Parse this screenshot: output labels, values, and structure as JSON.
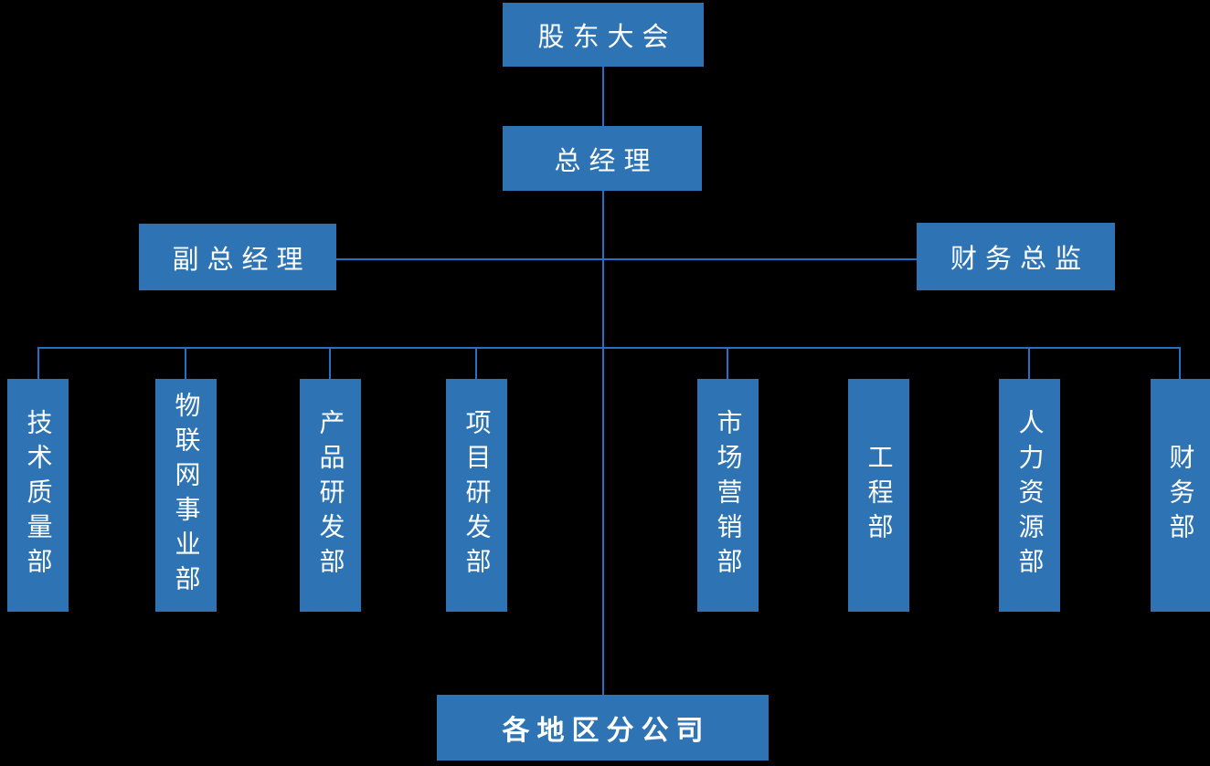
{
  "colors": {
    "background": "#000000",
    "box_fill": "#2E74B5",
    "connector": "#2271C6",
    "text": "#FFFFFF"
  },
  "org_chart": {
    "type": "organization-chart",
    "root": {
      "label": "股东大会"
    },
    "general_manager": {
      "label": "总经理"
    },
    "side_branches": [
      {
        "side": "left",
        "label": "副总经理"
      },
      {
        "side": "right",
        "label": "财务总监"
      }
    ],
    "departments": [
      {
        "label": "技术质量部"
      },
      {
        "label": "物联网事业部"
      },
      {
        "label": "产品研发部"
      },
      {
        "label": "项目研发部"
      },
      {
        "label": "市场营销部"
      },
      {
        "label": "工程部"
      },
      {
        "label": "人力资源部"
      },
      {
        "label": "财务部"
      }
    ],
    "bottom": {
      "label": "各地区分公司"
    }
  }
}
